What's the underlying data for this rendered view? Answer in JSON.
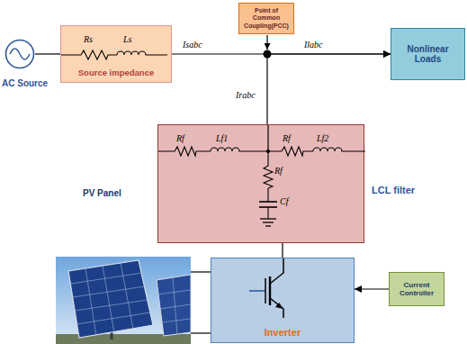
{
  "diagram": {
    "nodes": [
      {
        "text": [
          "AC Source"
        ]
      },
      {
        "text": [
          "Source impedance"
        ]
      },
      {
        "text": [
          "Point of Common Coupling(PCC)"
        ]
      },
      {
        "text": [
          "Nonlinear Loads"
        ]
      },
      {
        "text": [
          "LCL filter"
        ]
      },
      {
        "text": [
          "PV Panel"
        ]
      },
      {
        "text": [
          "Inverter"
        ]
      },
      {
        "text": [
          "Current Controller"
        ]
      }
    ],
    "edges": [
      {
        "from": 0,
        "to": 1,
        "arrow": "none"
      },
      {
        "from": 1,
        "to": 3,
        "arrow": "to"
      },
      {
        "from": 4,
        "to": 3,
        "arrow": "to"
      },
      {
        "from": 5,
        "to": 6,
        "arrow": "none"
      },
      {
        "from": 5,
        "to": 6,
        "arrow": "none"
      },
      {
        "from": 7,
        "to": 6,
        "arrow": "to"
      },
      {
        "from": 6,
        "to": 4,
        "arrow": "none"
      }
    ],
    "labels": [
      "Rs",
      "Ls",
      "Isabc",
      "Ilabc",
      "Irabc",
      "Rf",
      "Lf1",
      "Rf",
      "Lf2",
      "Rf",
      "Cf"
    ]
  }
}
